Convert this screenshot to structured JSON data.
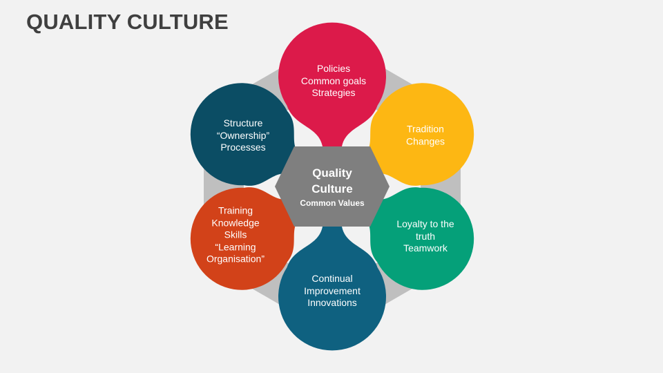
{
  "title": "QUALITY CULTURE",
  "center": {
    "title_lines": [
      "Quality",
      "Culture"
    ],
    "subtitle": "Common Values",
    "color": "#7f7f7f"
  },
  "petals": [
    {
      "id": "policies",
      "color": "#dc1a4a",
      "lines": [
        "Policies",
        "Common goals",
        "Strategies"
      ]
    },
    {
      "id": "tradition",
      "color": "#fdb713",
      "lines": [
        "Tradition",
        "Changes"
      ]
    },
    {
      "id": "loyalty",
      "color": "#05a079",
      "lines": [
        "Loyalty to the",
        "truth",
        "Teamwork"
      ]
    },
    {
      "id": "continual",
      "color": "#0f6180",
      "lines": [
        "Continual",
        "Improvement",
        "Innovations"
      ]
    },
    {
      "id": "training",
      "color": "#d24219",
      "lines": [
        "Training",
        "Knowledge",
        "Skills",
        "“Learning",
        "Organisation”"
      ]
    },
    {
      "id": "structure",
      "color": "#0b4d64",
      "lines": [
        "Structure",
        "“Ownership”",
        "Processes"
      ]
    }
  ],
  "connector_color": "#bfbfbf"
}
